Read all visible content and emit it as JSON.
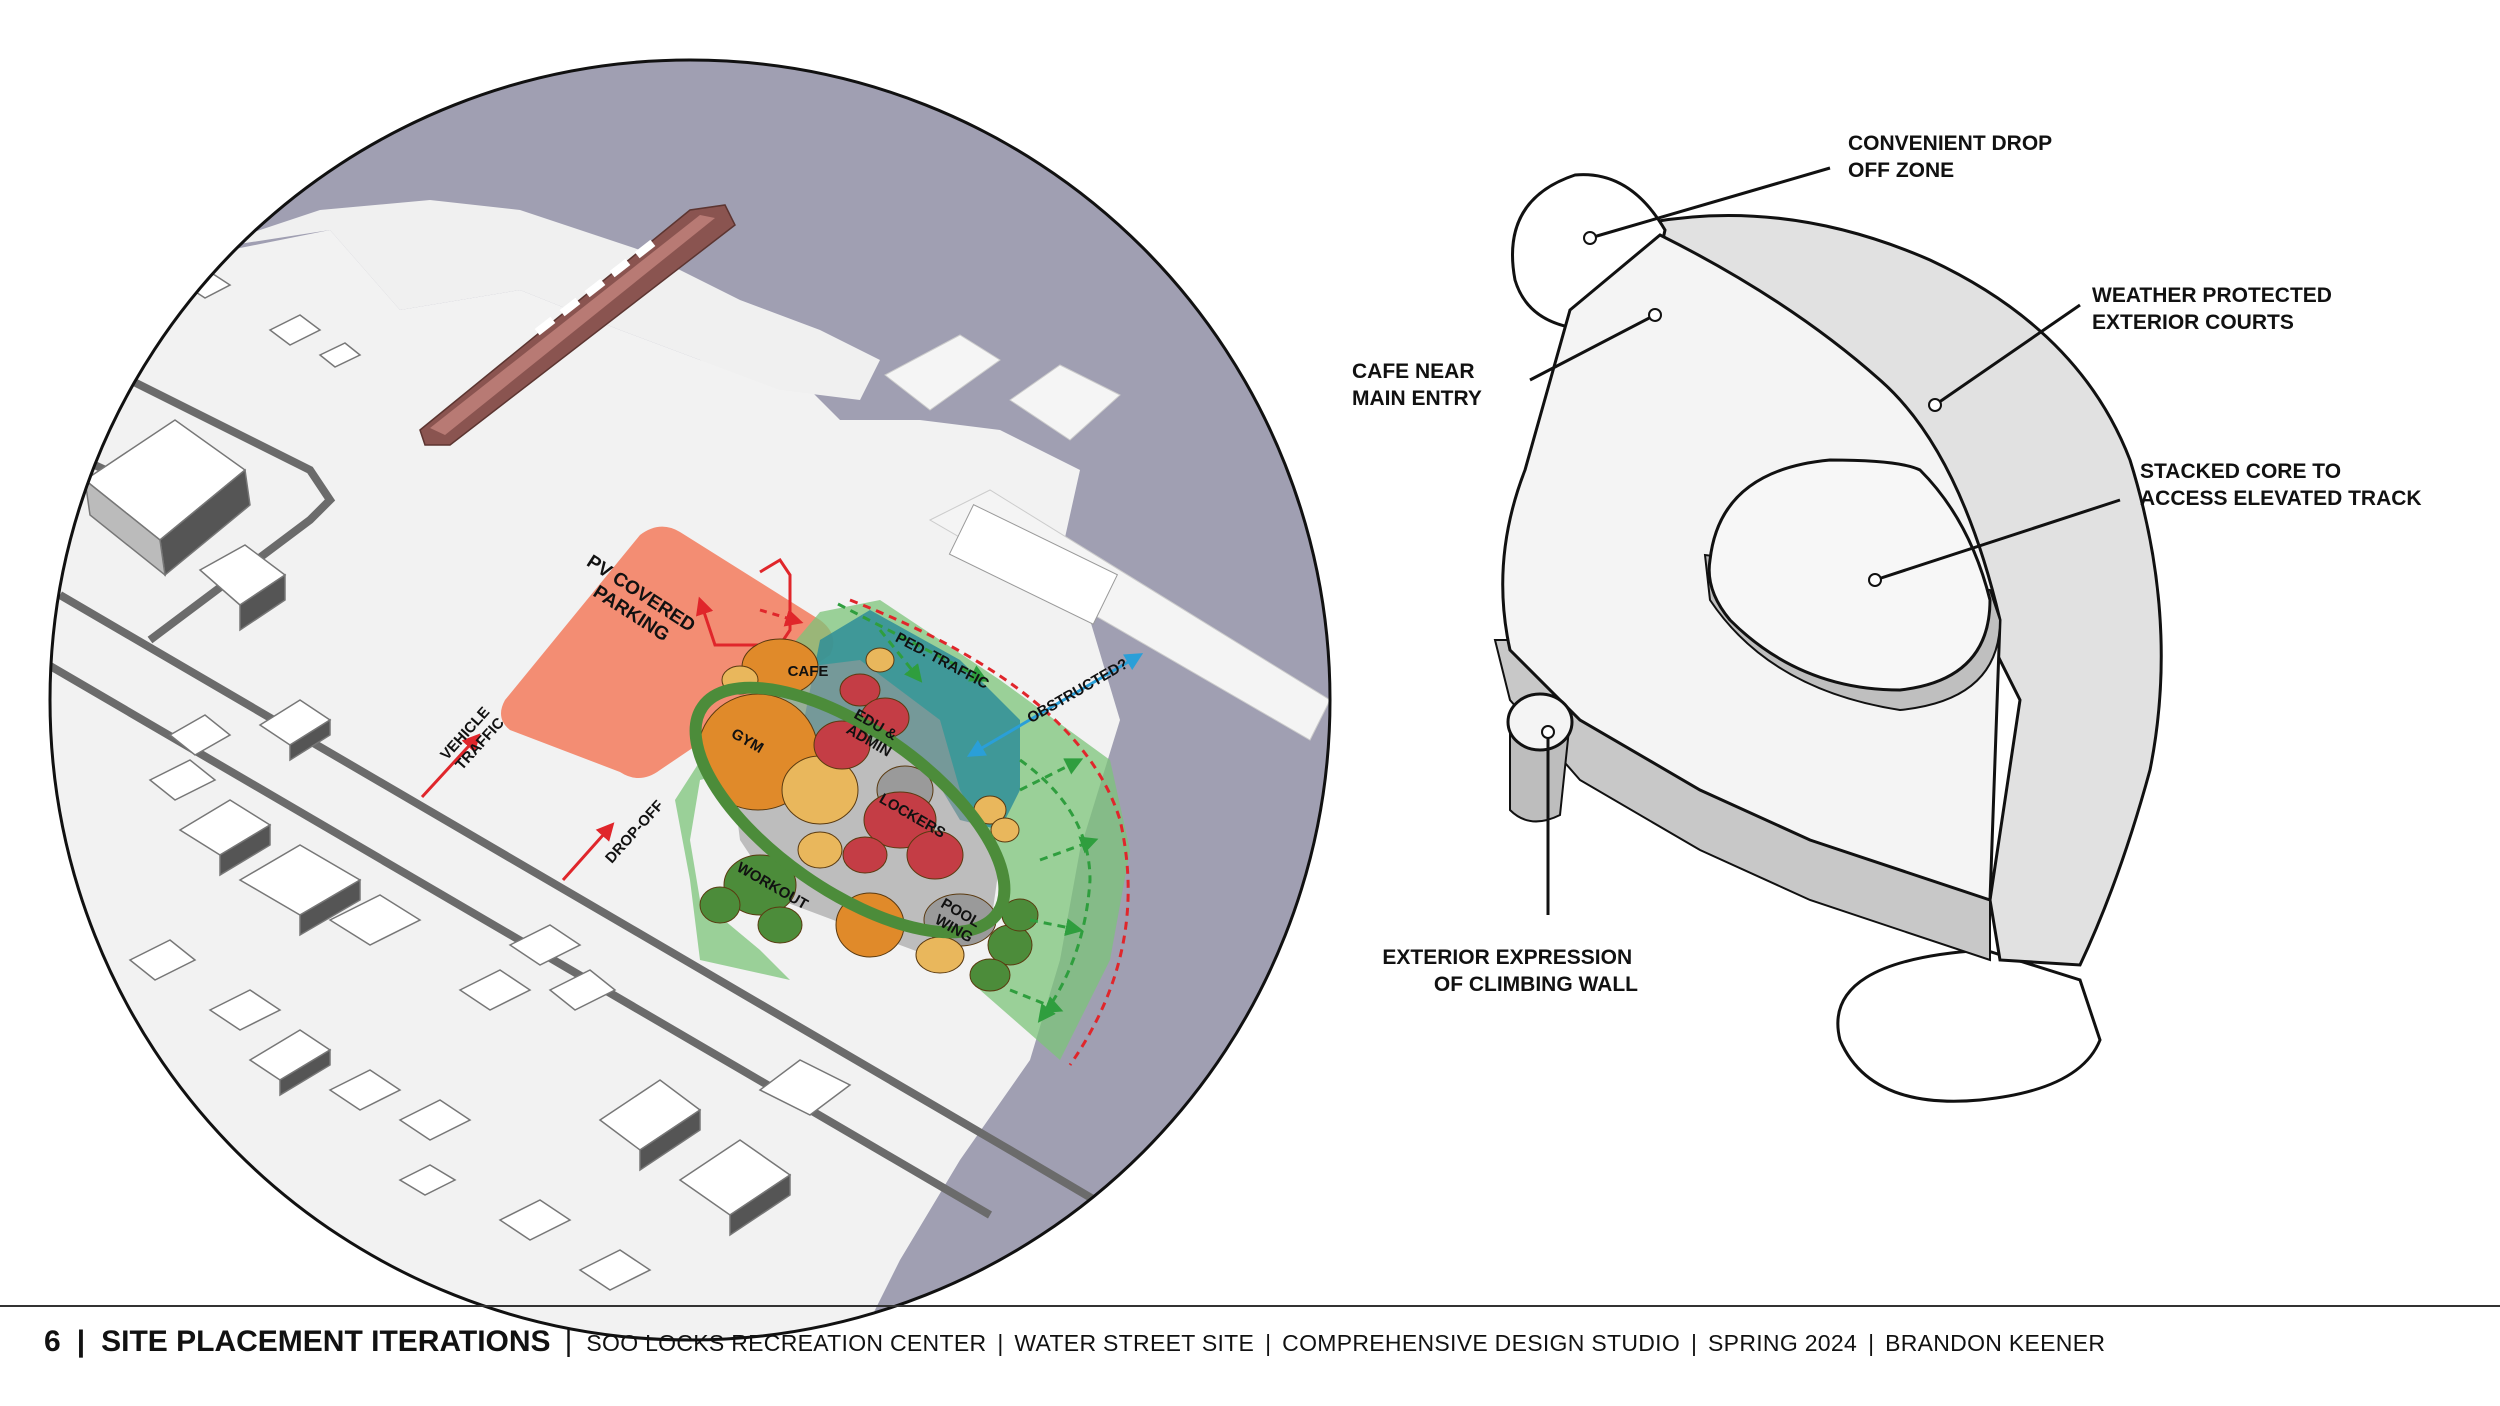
{
  "site_diagram": {
    "labels": {
      "pv_parking": [
        "PV COVERED",
        "PARKING"
      ],
      "vehicle_traffic": [
        "VEHICLE",
        "TRAFFIC"
      ],
      "drop_off": "DROP-OFF",
      "ped_traffic": "PED. TRAFFIC",
      "obstructed": "OBSTRUCTED?",
      "cafe": "CAFE",
      "gym": "GYM",
      "edu_admin": [
        "EDU &",
        "ADMIN"
      ],
      "lockers": "LOCKERS",
      "workout": "WORKOUT",
      "pool_wing": [
        "POOL",
        "WING"
      ]
    },
    "colors": {
      "water": "#a09fb2",
      "land": "#f2f2f2",
      "parking": "#f2876c",
      "orange_program": "#e08a2a",
      "yellow_program": "#e9b75c",
      "red_program": "#c43d45",
      "green_program": "#4c8c3a",
      "teal_zone": "#2f8e98",
      "green_zone": "#7cc47a",
      "vehicle_arrow": "#e0262b",
      "ped_arrow": "#2f9e3e",
      "view_arrow": "#2a9fd8"
    }
  },
  "plan_diagram": {
    "annotations": {
      "drop_off": [
        "CONVENIENT DROP",
        "OFF ZONE"
      ],
      "cafe": [
        "CAFE NEAR",
        "MAIN ENTRY"
      ],
      "courts": [
        "WEATHER PROTECTED",
        "EXTERIOR COURTS"
      ],
      "core": [
        "STACKED CORE TO",
        "ACCESS ELEVATED TRACK"
      ],
      "climbing": [
        "EXTERIOR EXPRESSION",
        "OF CLIMBING WALL"
      ]
    }
  },
  "footer": {
    "page_number": "6",
    "title": "SITE PLACEMENT ITERATIONS",
    "items": [
      "SOO LOCKS RECREATION CENTER",
      "WATER STREET SITE",
      "COMPREHENSIVE DESIGN STUDIO",
      "SPRING 2024",
      "BRANDON KEENER"
    ]
  }
}
